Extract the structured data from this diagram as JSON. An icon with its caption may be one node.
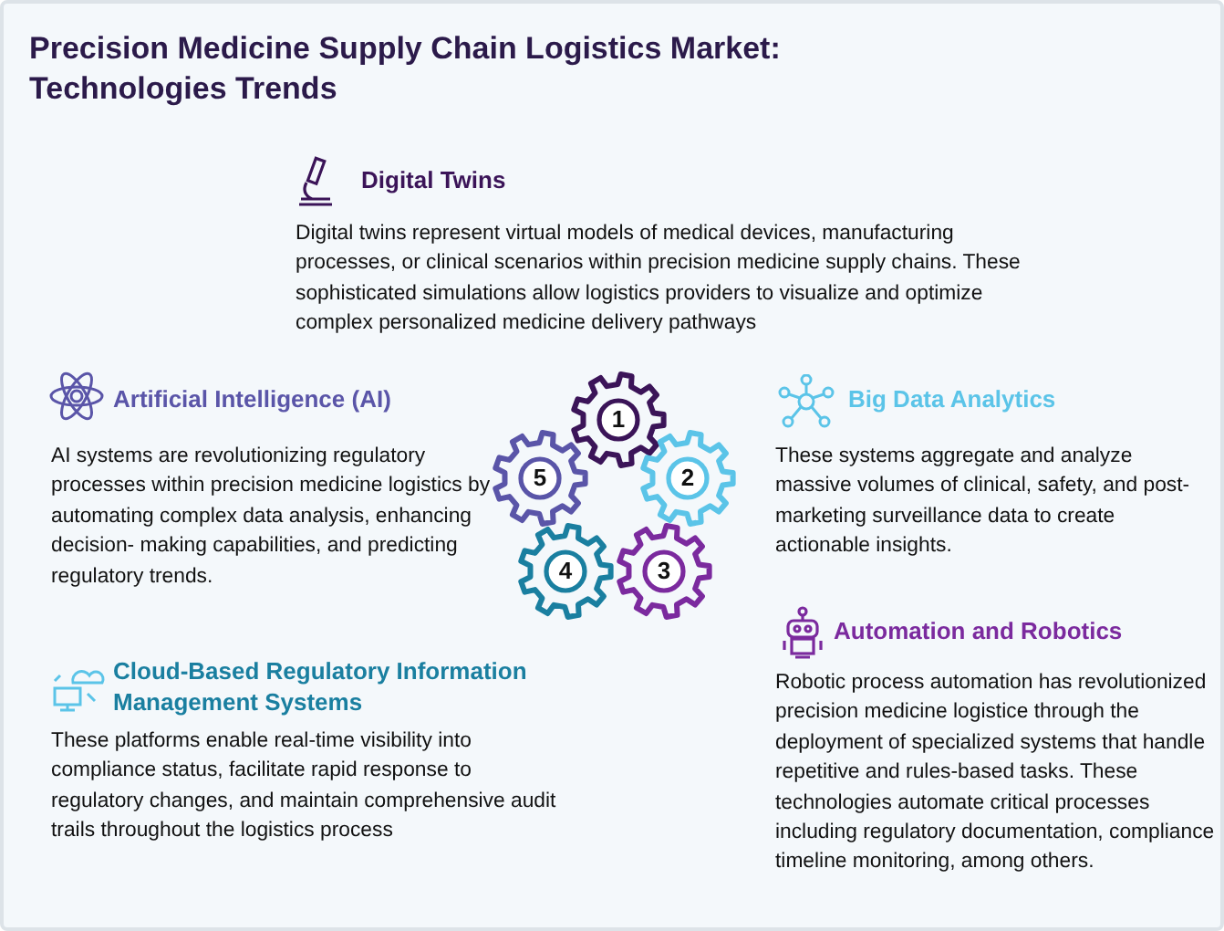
{
  "diagram": {
    "title": "Precision Medicine Supply Chain Logistics Market: Technologies Trends",
    "nodes": [
      {
        "text": [
          "1"
        ]
      },
      {
        "text": [
          "2"
        ]
      },
      {
        "text": [
          "3"
        ]
      },
      {
        "text": [
          "4"
        ]
      },
      {
        "text": [
          "5"
        ]
      }
    ],
    "labels": [
      "Digital Twins",
      "Digital twins represent virtual models of medical devices, manufacturing processes, or clinical scenarios within precision medicine supply chains. These sophisticated simulations allow logistics providers to visualize and optimize complex personalized medicine delivery pathways",
      "Artificial Intelligence (AI)",
      "AI systems are revolutionizing regulatory processes within precision medicine logistics by automating complex data analysis, enhancing decision- making capabilities, and predicting regulatory trends.",
      "Big Data Analytics",
      "These systems aggregate and analyze massive volumes of clinical, safety, and post-marketing surveillance data to create actionable insights.",
      "Automation and Robotics",
      "Robotic process automation has revolutionized precision medicine logistice through the deployment of specialized systems that handle repetitive and rules-based tasks. These technologies automate critical processes including regulatory documentation, compliance timeline monitoring, among others.",
      "Cloud-Based Regulatory Information Management Systems",
      "These platforms enable real-time visibility into compliance status, facilitate rapid response to regulatory changes, and maintain comprehensive audit trails throughout the logistics process"
    ]
  }
}
